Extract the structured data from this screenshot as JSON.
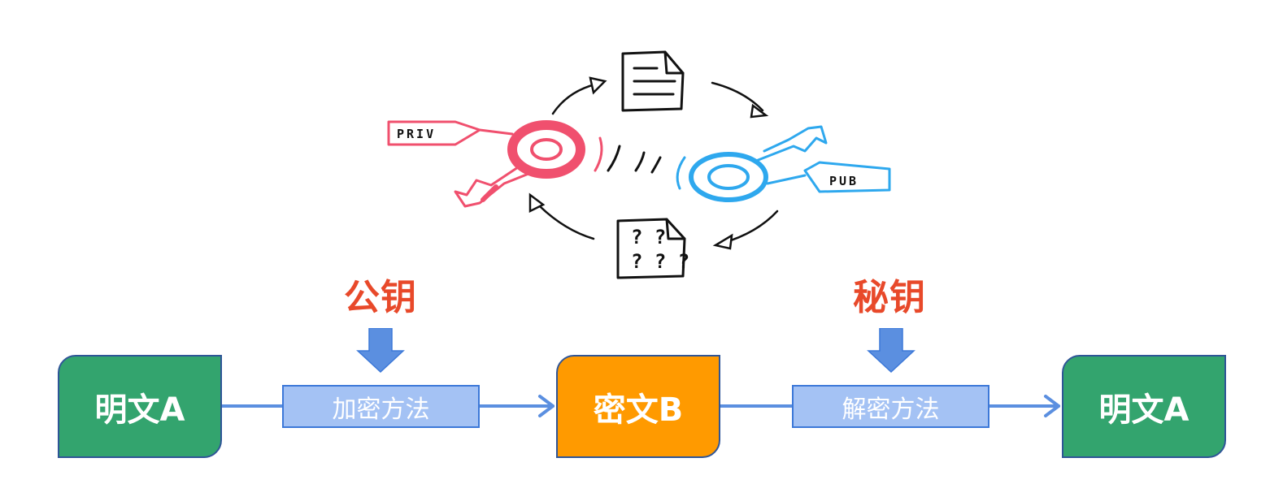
{
  "sketch": {
    "priv_tag": "PRIV",
    "pub_tag": "PUB",
    "cipher_marks": "? ?\n? ? ?"
  },
  "labels": {
    "public_key": "公钥",
    "private_key": "秘钥"
  },
  "flow": {
    "plaintext_left": "明文A",
    "encrypt_method": "加密方法",
    "ciphertext": "密文B",
    "decrypt_method": "解密方法",
    "plaintext_right": "明文A"
  },
  "colors": {
    "plaintext_box": "#33a46e",
    "ciphertext_box": "#ff9a00",
    "method_box": "#a4c2f4",
    "arrow": "#5b8fe0",
    "key_label": "#e8492a",
    "priv_key": "#f0506e",
    "pub_key": "#2ea8ee"
  },
  "icons": [
    "document-icon",
    "cipher-document-icon",
    "private-key-icon",
    "public-key-icon",
    "cycle-arrow-icon",
    "down-arrow-icon"
  ]
}
